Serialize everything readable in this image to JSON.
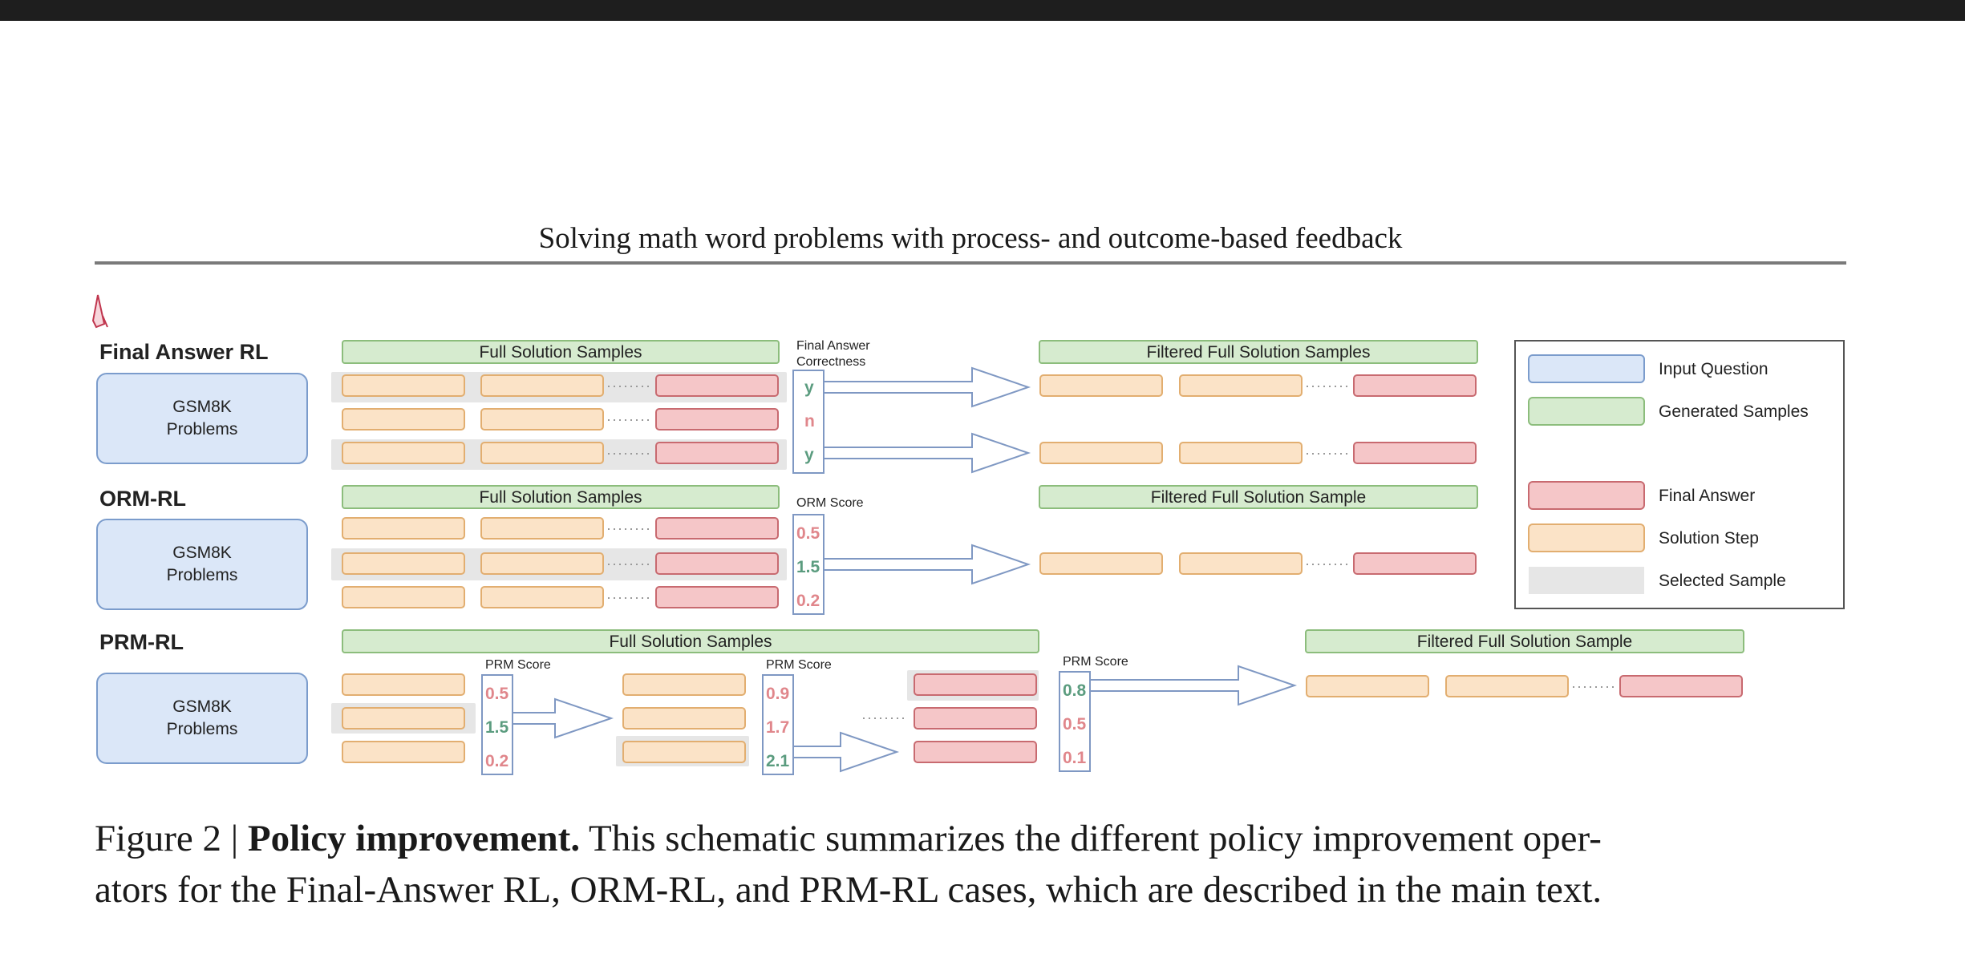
{
  "page": {
    "title": "Solving math word problems with process- and outcome-based feedback"
  },
  "colors": {
    "input_question": "#dbe7f8",
    "input_question_border": "#7b9ccc",
    "generated": "#d6ebcf",
    "generated_border": "#8cbd7c",
    "final_answer": "#f5c6c8",
    "final_answer_border": "#c86a70",
    "solution_step": "#fbe3c7",
    "solution_step_border": "#e2ae70",
    "selected": "#e6e6e6",
    "score_green": "#5b9c7f",
    "score_red": "#e0868b"
  },
  "figure": {
    "sections": [
      {
        "name": "Final Answer RL",
        "problems_label": [
          "GSM8K",
          "Problems"
        ],
        "full_label": "Full Solution Samples",
        "score_title": [
          "Final Answer",
          "Correctness"
        ],
        "scores": [
          {
            "value": "y",
            "good": true
          },
          {
            "value": "n",
            "good": false
          },
          {
            "value": "y",
            "good": true
          }
        ],
        "filtered_label": "Filtered Full Solution Samples"
      },
      {
        "name": "ORM-RL",
        "problems_label": [
          "GSM8K",
          "Problems"
        ],
        "full_label": "Full Solution Samples",
        "score_title": [
          "ORM Score"
        ],
        "scores": [
          {
            "value": "0.5",
            "good": false
          },
          {
            "value": "1.5",
            "good": true
          },
          {
            "value": "0.2",
            "good": false
          }
        ],
        "filtered_label": "Filtered Full Solution Sample"
      },
      {
        "name": "PRM-RL",
        "problems_label": [
          "GSM8K",
          "Problems"
        ],
        "full_label": "Full Solution Samples",
        "prm_scores": [
          {
            "title": "PRM Score",
            "values": [
              {
                "value": "0.5",
                "good": false
              },
              {
                "value": "1.5",
                "good": true
              },
              {
                "value": "0.2",
                "good": false
              }
            ]
          },
          {
            "title": "PRM Score",
            "values": [
              {
                "value": "0.9",
                "good": false
              },
              {
                "value": "1.7",
                "good": false
              },
              {
                "value": "2.1",
                "good": true
              }
            ]
          },
          {
            "title": "PRM Score",
            "values": [
              {
                "value": "0.8",
                "good": true
              },
              {
                "value": "0.5",
                "good": false
              },
              {
                "value": "0.1",
                "good": false
              }
            ]
          }
        ],
        "filtered_label": "Filtered Full Solution Sample"
      }
    ],
    "legend": [
      {
        "label": "Input Question",
        "kind": "input_question"
      },
      {
        "label": "Generated Samples",
        "kind": "generated"
      },
      {
        "label": "Final Answer",
        "kind": "final_answer"
      },
      {
        "label": "Solution Step",
        "kind": "solution_step"
      },
      {
        "label": "Selected Sample",
        "kind": "selected"
      }
    ]
  },
  "caption": {
    "prefix": "Figure 2 | ",
    "bold": "Policy improvement.",
    "line1_rest": " This schematic summarizes the different policy improvement oper-",
    "line2": "ators for the Final-Answer RL, ORM-RL, and PRM-RL cases, which are described in the main text."
  }
}
